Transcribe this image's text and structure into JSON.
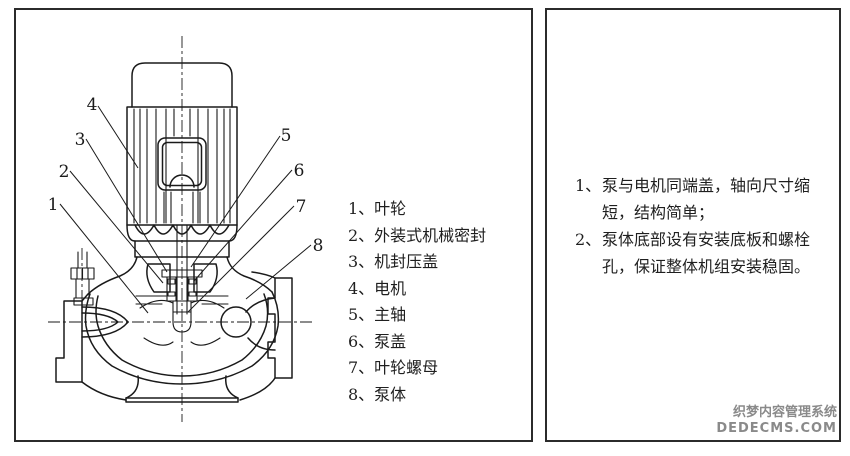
{
  "diagram": {
    "callouts": [
      "1",
      "2",
      "3",
      "4",
      "5",
      "6",
      "7",
      "8"
    ],
    "legend": {
      "items": [
        "1、叶轮",
        "2、外装式机械密封",
        "3、机封压盖",
        "4、电机",
        "5、主轴",
        "6、泵盖",
        "7、叶轮螺母",
        "8、泵体"
      ]
    }
  },
  "notes": {
    "items": [
      {
        "marker": "1、",
        "text": "泵与电机同端盖，轴向尺寸缩短，结构简单；"
      },
      {
        "marker": "2、",
        "text": "泵体底部设有安装底板和螺栓孔，保证整体机组安装稳固。"
      }
    ]
  },
  "watermark": {
    "line1": "织梦内容管理系统",
    "line2": "DEDECMS.COM"
  },
  "colors": {
    "line": "#1a1a1a",
    "panel_border": "#2b2b2b",
    "watermark": "#8a8a8a",
    "background": "#ffffff"
  }
}
